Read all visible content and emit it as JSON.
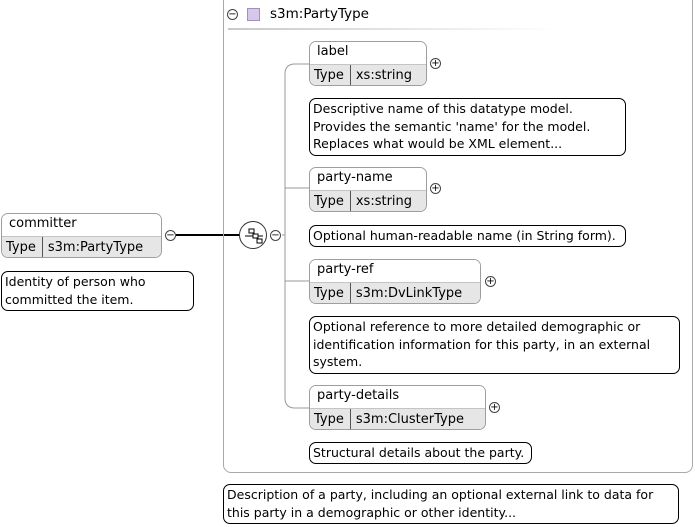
{
  "root": {
    "name": "committer",
    "type_label": "Type",
    "type_value": "s3m:PartyType",
    "doc": [
      "Identity of person who",
      "committed the item."
    ]
  },
  "complex_type": {
    "title": "s3m:PartyType",
    "doc": [
      "Description of a party, including an optional external link to data for",
      "this party in a demographic or other identity..."
    ]
  },
  "children": [
    {
      "name": "label",
      "type_label": "Type",
      "type_value": "xs:string",
      "doc": [
        "Descriptive name of this datatype model.",
        "Provides the semantic 'name' for the model.",
        "Replaces what would be XML element..."
      ]
    },
    {
      "name": "party-name",
      "type_label": "Type",
      "type_value": "xs:string",
      "doc": [
        "Optional human-readable name (in String form)."
      ]
    },
    {
      "name": "party-ref",
      "type_label": "Type",
      "type_value": "s3m:DvLinkType",
      "doc": [
        "Optional reference to more detailed demographic or",
        "identification information for this party, in an external",
        "system."
      ]
    },
    {
      "name": "party-details",
      "type_label": "Type",
      "type_value": "s3m:ClusterType",
      "doc": [
        "Structural details about the party."
      ]
    }
  ],
  "symbols": {
    "collapse": "−",
    "expand": "+"
  }
}
